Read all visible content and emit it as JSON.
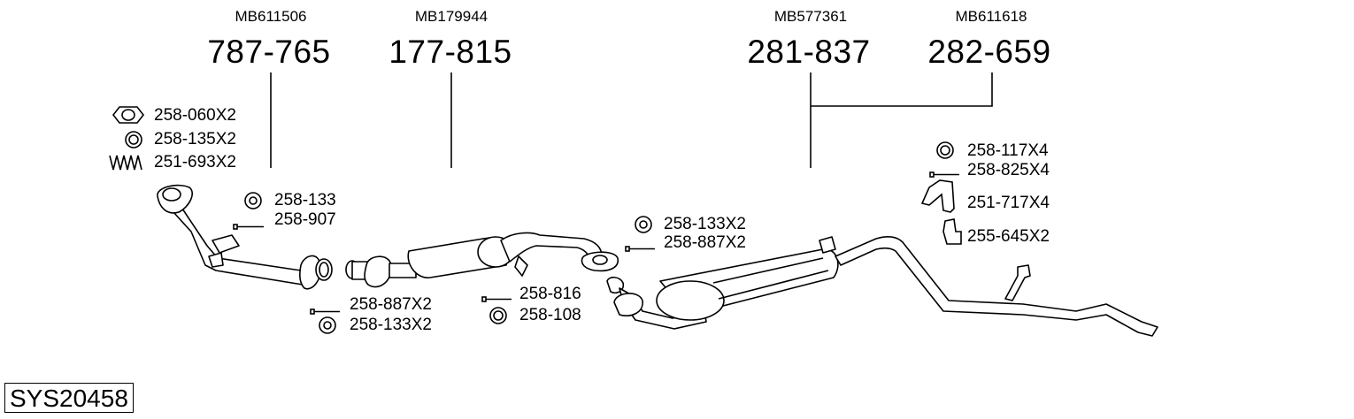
{
  "oe_numbers": [
    "MB611506",
    "MB179944",
    "MB577361",
    "MB611618"
  ],
  "part_numbers": [
    "787-765",
    "177-815",
    "281-837",
    "282-659"
  ],
  "hardware_labels": {
    "nut_a": "258-060X2",
    "ring_a": "258-135X2",
    "spring_a": "251-693X2",
    "ring_b": "258-133",
    "bolt_b": "258-907",
    "bolt_c": "258-887X2",
    "ring_c": "258-133X2",
    "bolt_d": "258-816",
    "ring_d": "258-108",
    "ring_e": "258-133X2",
    "bolt_e": "258-887X2",
    "ring_f": "258-117X4",
    "bolt_f": "258-825X4",
    "hanger_f": "251-717X4",
    "bracket_f": "255-645X2"
  },
  "system_code": "SYS20458",
  "icons": [
    "hex-nut-icon",
    "gasket-ring-icon",
    "spring-icon",
    "bolt-icon",
    "rubber-hanger-icon",
    "bracket-icon"
  ],
  "colors": {
    "line": "#000000",
    "background": "#ffffff",
    "pipe_fill": "#ffffff"
  }
}
